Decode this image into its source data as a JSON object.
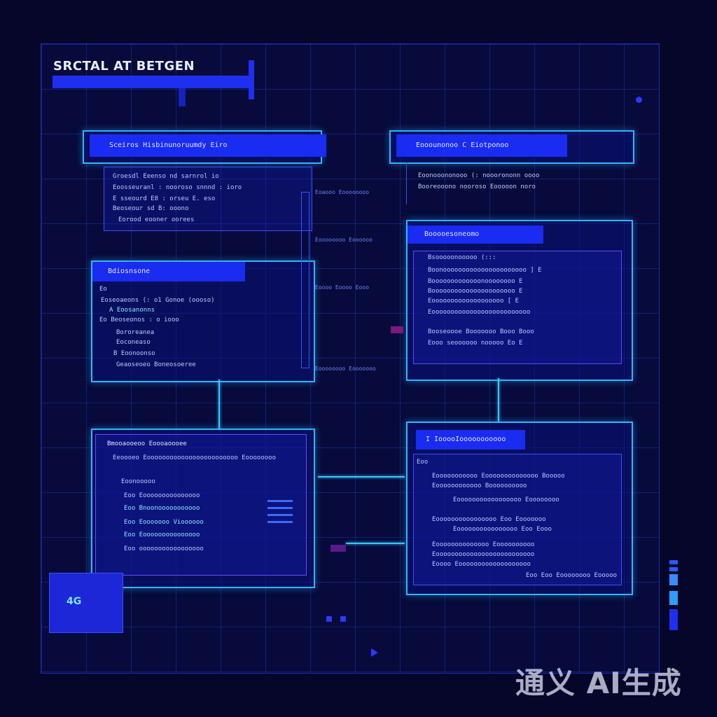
{
  "title": "SRCTAL AT BETGEN",
  "badge": "4G",
  "watermark": "通义 AI生成",
  "colors": {
    "background": "#05062a",
    "accent": "#1a2bf2",
    "border": "#2fb6ff",
    "text": "#b9cdff"
  },
  "panels": {
    "top_left": {
      "header": "Sceiros Hisbinunoruumdy Eiro",
      "rows": [
        "Groesdl Eeenso nd sarnrol io",
        "Eoosseuranl : nooroso snnnd : ioro",
        "E sseourd E8 : orseu E. eso",
        "Beoseour sd B: ooono",
        "Eorood    eooner    oorees"
      ]
    },
    "mid_left": {
      "header": "Bdiosnsone",
      "rows": [
        "Eo",
        "Eoseoaeons (: o1    Gonoe (oooso)",
        "A  Eoosanonns",
        "Eo  Beoseonos  :  o  iooo",
        "Bororeanea",
        "Eoconeaso",
        "B  Eoonoonso",
        "Geaoseoeo Boneosoeree"
      ]
    },
    "top_right": {
      "header": "Eooounonoo  C Eiotponoo",
      "rows": [
        "Eoonooononooo (: nooorononn  oooo",
        "Booreooono nooroso  Eooooon noro"
      ]
    },
    "mid_right": {
      "header": "Booooesoneomo",
      "rows": [
        "Bsooooonooooo (:::",
        "Boonoooooooooooooooooooooo  ] E",
        "Booooooooooooonoooooooo  E",
        "Boooooooooooooooooooooo  E",
        "Eooooooooooooooooooo  [ E",
        "Eoooooooooooooooooooooooooo",
        "Booseoooe Booooooo Booo Booo",
        "Eooo seoooooo nooooo Eo E"
      ]
    },
    "bottom_left": {
      "header": "Bmooaooeoo Eoooaoooee",
      "rows": [
        "Eeoooeo  Eoooooooooooooooooooooooo  Eoooooooo",
        "Eoonooooo",
        "Eoo Eooooooooooooooo",
        "Eoo Bnoonooooooooooo",
        "Eoo Eooooooo Vioooooo",
        "Eoo Eooooooooooooooo",
        "Eoo ooooooooooooooooo"
      ]
    },
    "bottom_right": {
      "header": "I IooooIooooooooooo",
      "rows": [
        "Eoo",
        "Eooooooooooo Eoooooooooooooo Booooo",
        "Eoooooooooooo  Boooooooooo",
        "Eooooooooooooooooo  Eoooooooo",
        "Eoooooooooooooooo Eoo Eooooooo",
        "Eoooooooooooooooo  Eoo  Eooo",
        "Eoooooooooooooo Eoooooooooo",
        "Eoooooooooooooooooooooooooo",
        "Eoooo  Eooooooooooooooooooo",
        "Eoo  Eoo  Eoooooooo Eooooo"
      ]
    }
  },
  "connectors": [
    "Eoaooo Eoooooooo",
    "Eoooooooo Eoooooo",
    "Eoooo Eoooo  Eooo",
    "Eoooooooo Eooooooo"
  ]
}
